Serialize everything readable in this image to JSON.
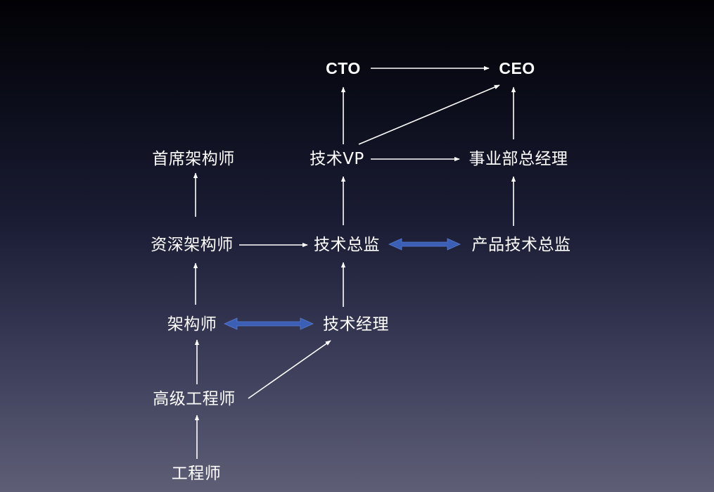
{
  "nodes": {
    "cto": "CTO",
    "ceo": "CEO",
    "chief_architect": "首席架构师",
    "tech_vp": "技术VP",
    "bu_general_manager": "事业部总经理",
    "senior_architect": "资深架构师",
    "tech_director": "技术总监",
    "product_tech_director": "产品技术总监",
    "architect": "架构师",
    "tech_manager": "技术经理",
    "senior_engineer": "高级工程师",
    "engineer": "工程师"
  },
  "colors": {
    "text": "#ffffff",
    "arrow": "#ffffff",
    "bidirectional_arrow": "#3b5fb5"
  }
}
